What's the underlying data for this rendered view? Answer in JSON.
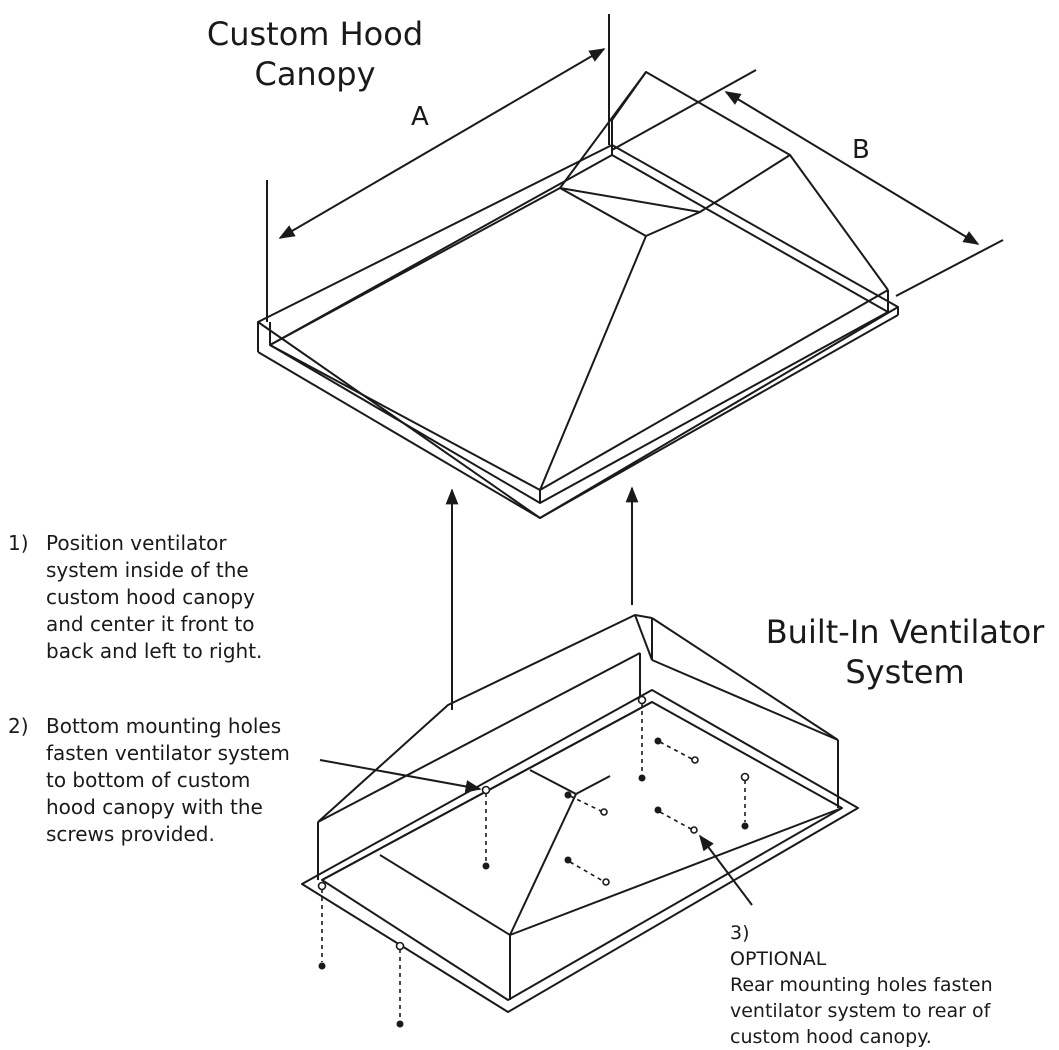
{
  "labels": {
    "canopy_title": [
      "Custom Hood",
      "Canopy"
    ],
    "ventilator_title": [
      "Built-In Ventilator",
      "System"
    ],
    "dimension_a": "A",
    "dimension_b": "B"
  },
  "steps": [
    {
      "number": "1)",
      "lines": [
        "Position ventilator",
        "system inside of the",
        "custom hood canopy",
        "and center it front to",
        "back and left to right."
      ]
    },
    {
      "number": "2)",
      "lines": [
        "Bottom mounting holes",
        "fasten ventilator system",
        "to bottom of custom",
        "hood canopy with the",
        "screws provided."
      ]
    },
    {
      "number": "3)",
      "lines": [
        "OPTIONAL",
        "Rear mounting holes fasten",
        "ventilator system to rear of",
        "custom hood canopy."
      ]
    }
  ],
  "colors": {
    "line": "#1a1a1a",
    "background": "#ffffff"
  }
}
